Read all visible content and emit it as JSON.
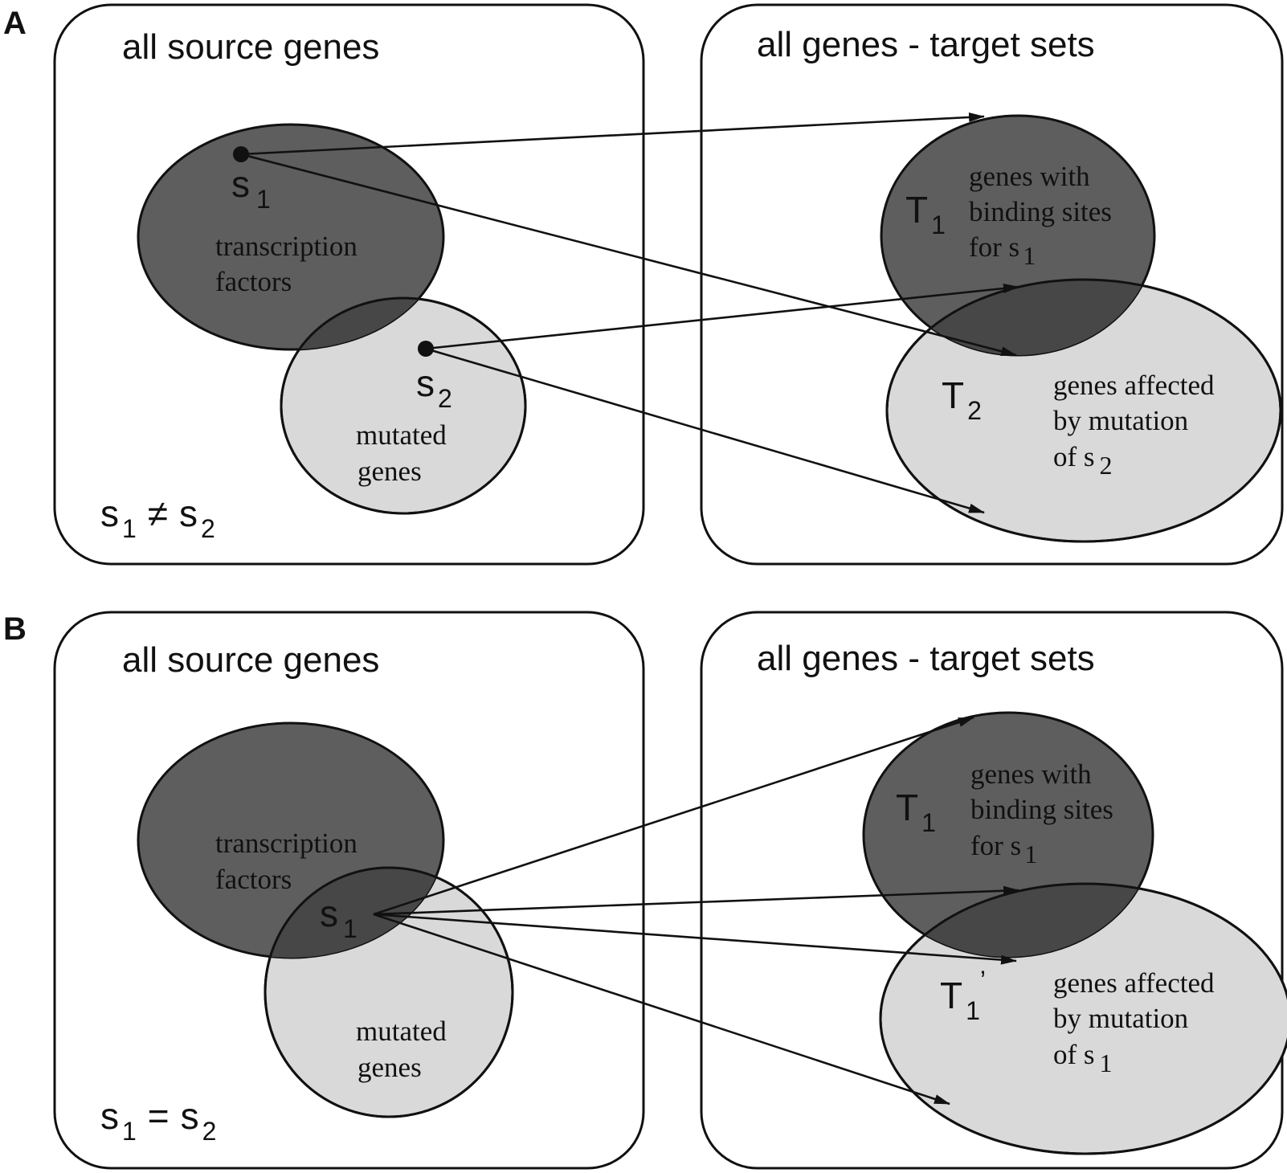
{
  "panels": [
    {
      "letter": "A",
      "source_title": "all source genes",
      "target_title": "all genes - target sets",
      "source_sets": {
        "tf_label_1": "transcription",
        "tf_label_2": "factors",
        "mut_label_1": "mutated",
        "mut_label_2": "genes"
      },
      "source_points": {
        "s1": "s",
        "s1_sub": "1",
        "s2": "s",
        "s2_sub": "2"
      },
      "relation": {
        "left": "s",
        "left_sub": "1",
        "op": "≠",
        "right": "s",
        "right_sub": "2"
      },
      "target_sets": {
        "t_top": "T",
        "t_top_sub": "1",
        "t_top_desc_1": "genes with",
        "t_top_desc_2": "binding sites",
        "t_top_desc_3": "for s",
        "t_top_desc_3_sub": "1",
        "t_bottom": "T",
        "t_bottom_sub": "2",
        "t_bottom_desc_1": "genes affected",
        "t_bottom_desc_2": "by mutation",
        "t_bottom_desc_3": "of s",
        "t_bottom_desc_3_sub": "2"
      }
    },
    {
      "letter": "B",
      "source_title": "all source genes",
      "target_title": "all genes - target sets",
      "source_sets": {
        "tf_label_1": "transcription",
        "tf_label_2": "factors",
        "mut_label_1": "mutated",
        "mut_label_2": "genes"
      },
      "source_points": {
        "s1": "s",
        "s1_sub": "1"
      },
      "relation": {
        "left": "s",
        "left_sub": "1",
        "op": "=",
        "right": "s",
        "right_sub": "2"
      },
      "target_sets": {
        "t_top": "T",
        "t_top_sub": "1",
        "t_top_desc_1": "genes with",
        "t_top_desc_2": "binding sites",
        "t_top_desc_3": "for s",
        "t_top_desc_3_sub": "1",
        "t_bottom": "T",
        "t_bottom_sub": "1",
        "t_bottom_prime": "’",
        "t_bottom_desc_1": "genes affected",
        "t_bottom_desc_2": "by mutation",
        "t_bottom_desc_3": "of s",
        "t_bottom_desc_3_sub": "1"
      }
    }
  ],
  "colors": {
    "dark_set": "#5e5e5e",
    "light_set": "#d9d9d9",
    "outline": "#111111"
  }
}
